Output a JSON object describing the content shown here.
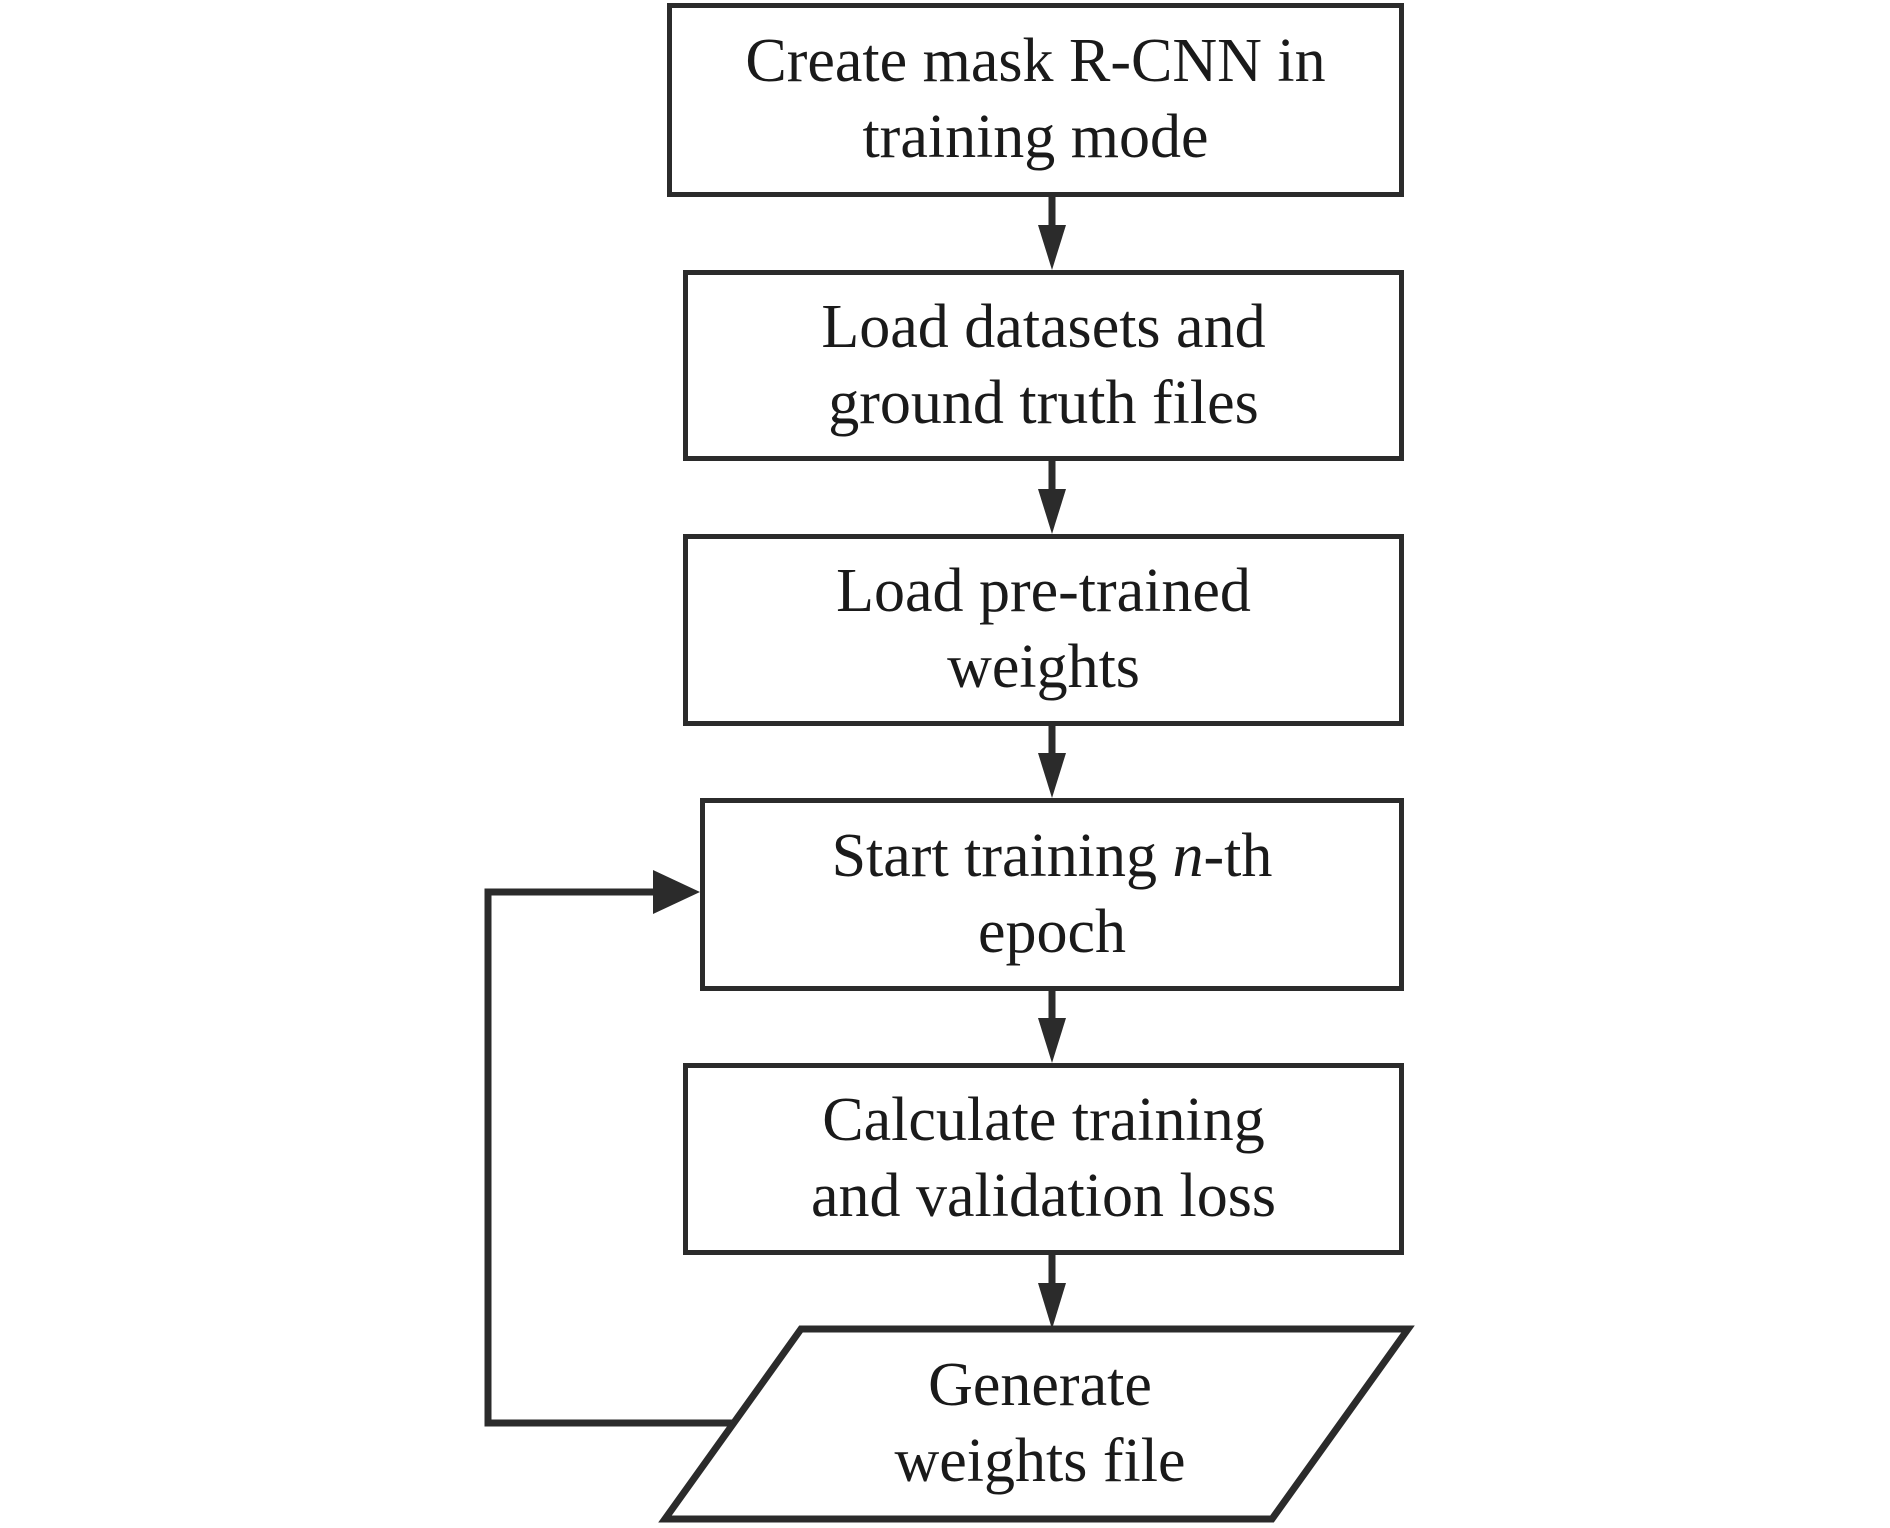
{
  "diagram": {
    "title": "Mask R-CNN training procedure flowchart",
    "orientation": "top-to-bottom",
    "stroke_color": "#2b2b2b",
    "text_color": "#1a1a1a",
    "background_color": "#ffffff",
    "nodes": [
      {
        "id": "create-model",
        "shape": "process",
        "line1": "Create mask R-CNN in",
        "line2": "training mode",
        "text": "Create mask R-CNN in\ntraining mode"
      },
      {
        "id": "load-datasets",
        "shape": "process",
        "line1": "Load datasets and",
        "line2": "ground truth files",
        "text": "Load datasets and\nground truth files"
      },
      {
        "id": "load-weights",
        "shape": "process",
        "line1": "Load pre-trained",
        "line2": "weights",
        "text": "Load pre-trained\nweights"
      },
      {
        "id": "start-epoch",
        "shape": "process",
        "line1_pre": "Start training ",
        "line1_italic": "n",
        "line1_post": "-th",
        "line2": "epoch",
        "text": "Start training n-th\nepoch"
      },
      {
        "id": "calculate-loss",
        "shape": "process",
        "line1": "Calculate training",
        "line2": "and validation loss",
        "text": "Calculate training\nand validation loss"
      },
      {
        "id": "generate-weights",
        "shape": "parallelogram",
        "line1": "Generate",
        "line2": "weights file",
        "text": "Generate\nweights file"
      }
    ],
    "edges": [
      {
        "id": "e1",
        "from": "create-model",
        "to": "load-datasets",
        "kind": "arrow-down",
        "label": ""
      },
      {
        "id": "e2",
        "from": "load-datasets",
        "to": "load-weights",
        "kind": "arrow-down",
        "label": ""
      },
      {
        "id": "e3",
        "from": "load-weights",
        "to": "start-epoch",
        "kind": "arrow-down",
        "label": ""
      },
      {
        "id": "e4",
        "from": "start-epoch",
        "to": "calculate-loss",
        "kind": "arrow-down",
        "label": ""
      },
      {
        "id": "e5",
        "from": "calculate-loss",
        "to": "generate-weights",
        "kind": "arrow-down",
        "label": ""
      },
      {
        "id": "e6",
        "from": "generate-weights",
        "to": "start-epoch",
        "kind": "feedback-loop-left",
        "label": ""
      }
    ]
  }
}
